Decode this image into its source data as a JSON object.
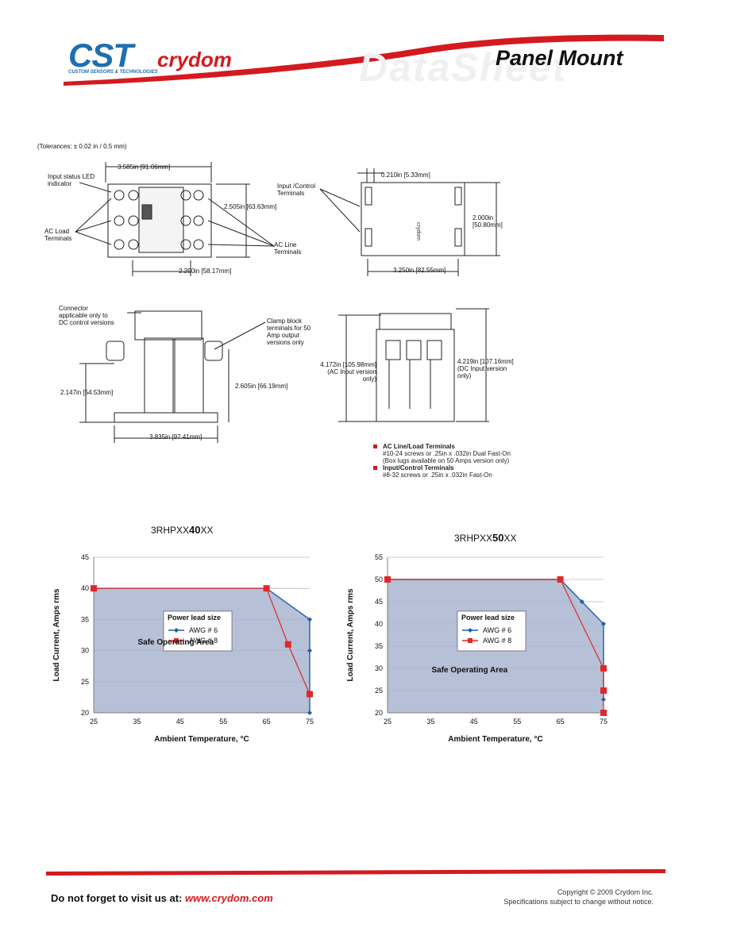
{
  "header": {
    "logo": "CST",
    "logo_tagline": "CUSTOM SENSORS & TECHNOLOGIES",
    "brand": "crydom",
    "watermark": "DataSheet",
    "title": "Panel Mount"
  },
  "drawings": {
    "tolerances": "(Tolerances: ± 0.02 in / 0.5 mm)",
    "top_view": {
      "dim_width": "3.585in [91.06mm]",
      "dim_height": "2.505in [63.63mm]",
      "dim_bottom": "2.290in [58.17mm]",
      "label_led": "Input status LED indicator",
      "label_ac_load": "AC Load Terminals",
      "label_ac_line": "AC Line Terminals"
    },
    "side_view": {
      "dim_top": "0.210in [5.33mm]",
      "dim_height": "2.000in [50.80mm]",
      "dim_bottom": "3.250in [82.55mm]",
      "label_input": "Input /Control Terminals",
      "brand_mark": "crydom"
    },
    "front_view": {
      "label_connector": "Connector applicable only to DC control versions",
      "label_clamp": "Clamp block terminals for 50 Amp output versions only",
      "dim_left": "2.147in [54.53mm]",
      "dim_mid": "2.605in [66.19mm]",
      "dim_bottom": "3.835in [97.41mm]"
    },
    "end_view": {
      "dim_ac": "4.172in [105.98mm] (AC Input version only)",
      "dim_dc": "4.219in [107.16mm] (DC Input version only)"
    }
  },
  "terminal_notes": [
    {
      "title": "AC Line/Load Terminals",
      "text1": "#10-24 screws or .25in x .032in Dual Fast-On",
      "text2": "(Box lugs available on 50 Amps version only)",
      "color": "#d41a1f"
    },
    {
      "title": "Input/Control Terminals",
      "text1": "#8-32 screws or .25in x .032in Fast-On",
      "text2": "",
      "color": "#d41a1f"
    }
  ],
  "chart_data": [
    {
      "type": "area",
      "title_prefix": "3RHPXX",
      "title_bold": "40",
      "title_suffix": "XX",
      "xlabel": "Ambient Temperature, °C",
      "ylabel": "Load Current, Amps rms",
      "xlim": [
        25,
        75
      ],
      "ylim": [
        20,
        45
      ],
      "xticks": [
        25,
        35,
        45,
        55,
        65,
        75
      ],
      "yticks": [
        20,
        25,
        30,
        35,
        40,
        45
      ],
      "grid": true,
      "legend_title": "Power lead size",
      "area_label": "Safe Operating Area",
      "series": [
        {
          "name": "AWG # 6",
          "color": "#1f5fa8",
          "marker": "diamond",
          "x": [
            25,
            65,
            75,
            75,
            75
          ],
          "y": [
            40,
            40,
            35,
            30,
            20
          ]
        },
        {
          "name": "AWG # 8",
          "color": "#e0282a",
          "marker": "square",
          "x": [
            25,
            65,
            70,
            75
          ],
          "y": [
            40,
            40,
            31,
            23
          ]
        }
      ]
    },
    {
      "type": "area",
      "title_prefix": "3RHPXX",
      "title_bold": "50",
      "title_suffix": "XX",
      "xlabel": "Ambient Temperature, °C",
      "ylabel": "Load Current, Amps rms",
      "xlim": [
        25,
        75
      ],
      "ylim": [
        20,
        55
      ],
      "xticks": [
        25,
        35,
        45,
        55,
        65,
        75
      ],
      "yticks": [
        20,
        25,
        30,
        35,
        40,
        45,
        50,
        55
      ],
      "grid": true,
      "legend_title": "Power lead size",
      "area_label": "Safe Operating Area",
      "series": [
        {
          "name": "AWG # 6",
          "color": "#1f5fa8",
          "marker": "diamond",
          "x": [
            25,
            65,
            70,
            75,
            75
          ],
          "y": [
            50,
            50,
            45,
            40,
            23
          ]
        },
        {
          "name": "AWG # 8",
          "color": "#e0282a",
          "marker": "square",
          "x": [
            25,
            65,
            75,
            75,
            75
          ],
          "y": [
            50,
            50,
            30,
            25,
            20
          ]
        }
      ]
    }
  ],
  "footer": {
    "visit_text": "Do not forget to visit us at: ",
    "url": "www.crydom.com",
    "copyright": "Copyright © 2009 Crydom Inc.",
    "notice": "Specifications subject to change without notice."
  }
}
